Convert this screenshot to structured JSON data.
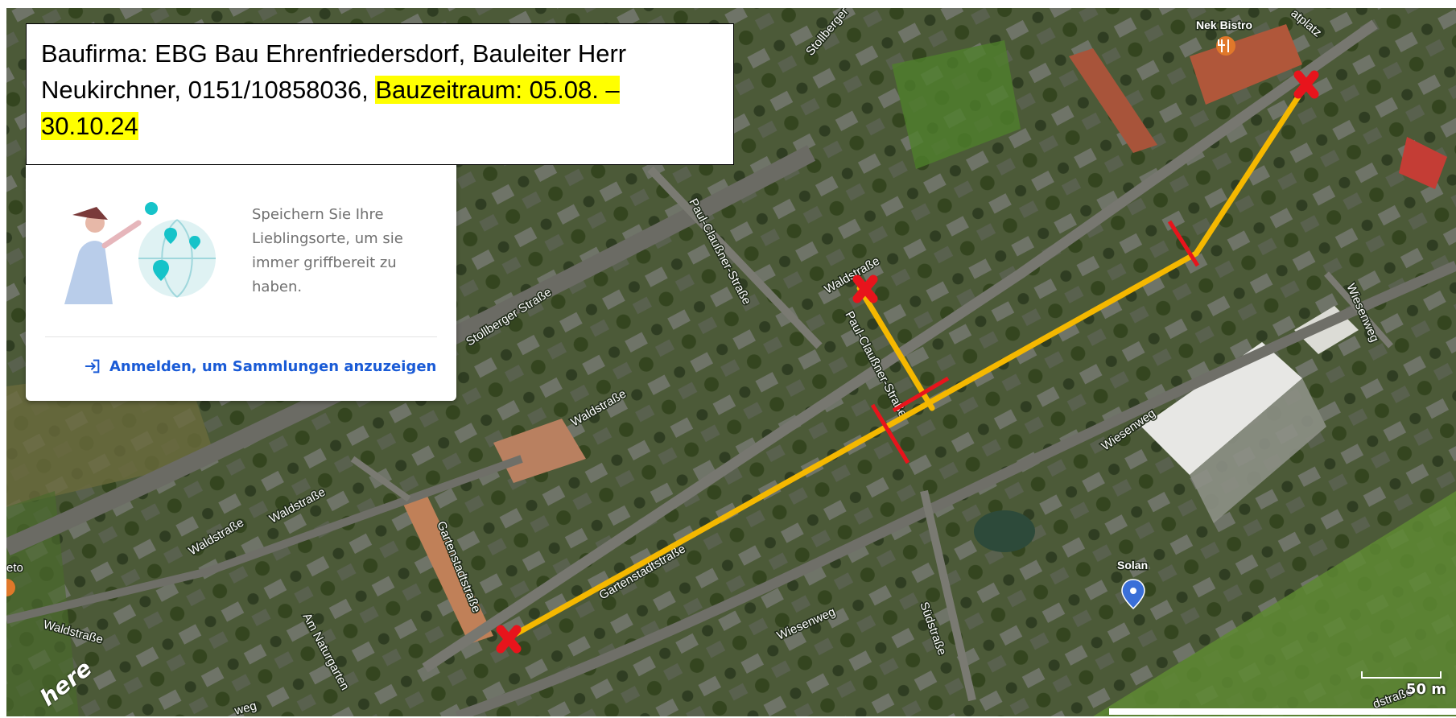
{
  "info_box": {
    "line_plain": "Baufirma: EBG Bau Ehrenfriedersdorf, Bauleiter Herr Neukirchner, 0151/10858036, ",
    "line_highlight": "Bauzeitraum: 05.08. – 30.10.24",
    "highlight_color": "#ffff00"
  },
  "collections_panel": {
    "message": "Speichern Sie Ihre Lieblingsorte, um sie immer griffbereit zu haben.",
    "login_label": "Anmelden, um Sammlungen anzuzeigen",
    "login_icon": "login-arrow-icon",
    "accent_color": "#1a5bd6"
  },
  "map": {
    "route_color": "#f5b800",
    "marker_color": "#e8141c",
    "barrier_color": "#e8141c",
    "street_labels": {
      "stollberger_1": "Stollberger",
      "stollberger_2": "Stollberger Straße",
      "paul_1": "Paul-Claußner-Straße",
      "paul_2": "Paul-Claußner-Straße",
      "wald_1": "Waldstraße",
      "wald_2": "Waldstraße",
      "wald_3": "Waldstraße",
      "wald_4": "Waldstraße",
      "wald_5": "Waldstraße",
      "garten_1": "Gartenstadtstraße",
      "garten_2": "Gartenstadtstraße",
      "wiesen_1": "Wiesenweg",
      "wiesen_2": "Wiesenweg",
      "wiesen_3": "Wiesenweg",
      "sued": "Südstraße",
      "naturgarten": "Am Naturgarten",
      "platz": "atplatz",
      "weg": "weg",
      "dstrasse": "dstraße",
      "eto": "eto"
    },
    "pois": {
      "bistro": {
        "name": "Nek Bistro",
        "icon": "restaurant-icon",
        "color": "#e0782a"
      },
      "solan": {
        "name": "Solan",
        "icon": "map-pin-icon",
        "color": "#3a6fd8"
      }
    },
    "scale_label": "50 m",
    "provider_logo": "here"
  }
}
